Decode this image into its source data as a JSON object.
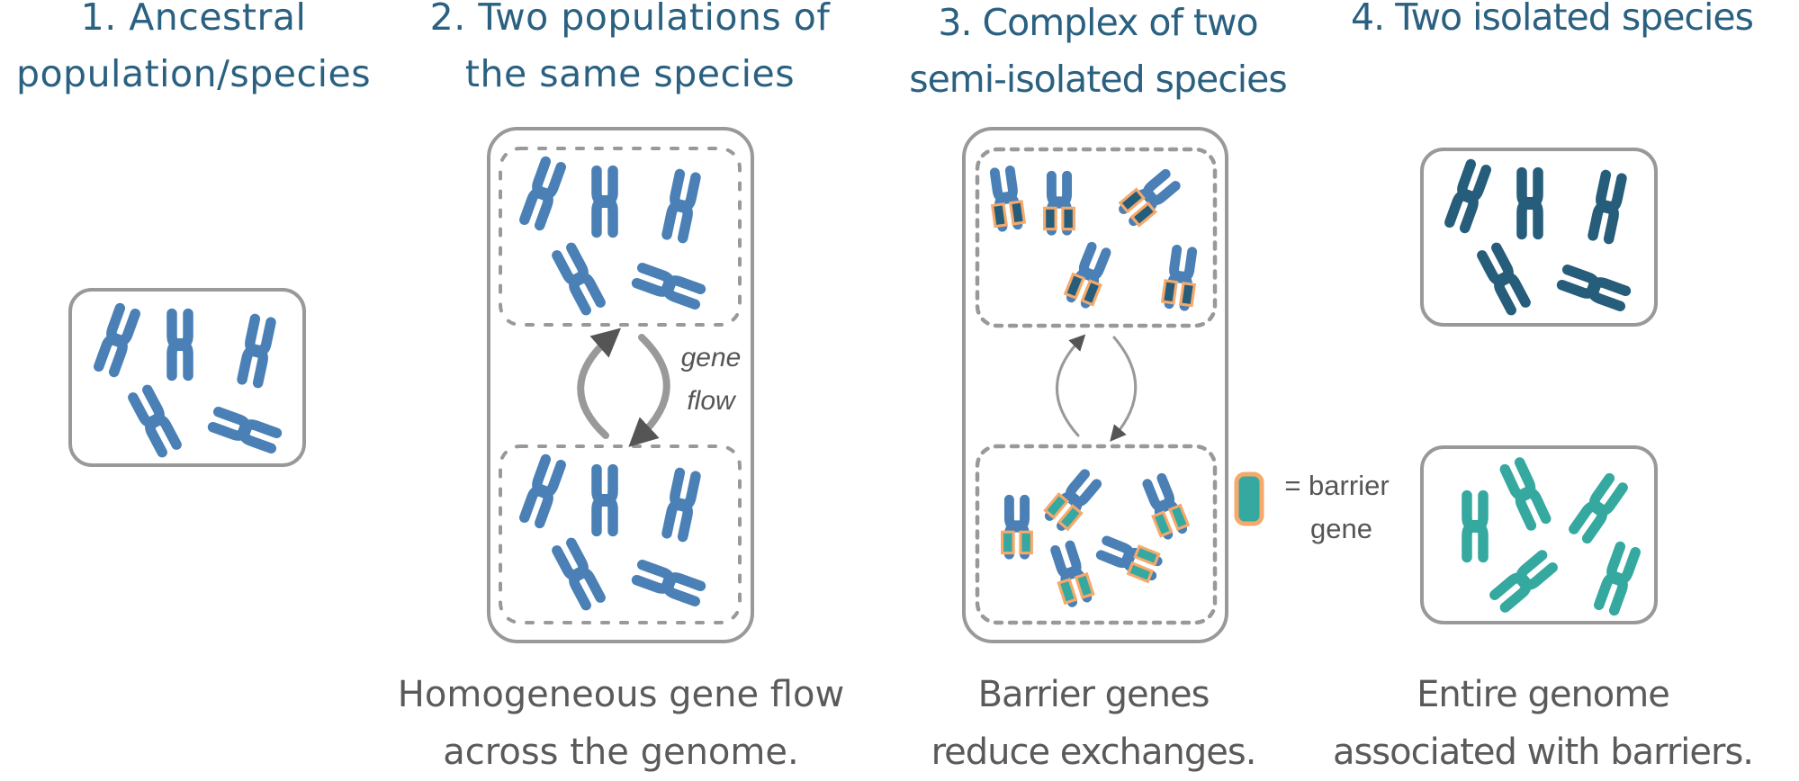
{
  "titles": {
    "panel1": [
      "1. Ancestral",
      "population/species"
    ],
    "panel2": [
      "2. Two populations of",
      "the same species"
    ],
    "panel3": [
      "3. Complex of two",
      "semi-isolated species"
    ],
    "panel4": [
      "4. Two isolated species"
    ]
  },
  "captions": {
    "panel2": [
      "Homogeneous gene flow",
      "across the genome."
    ],
    "panel3": [
      "Barrier genes",
      "reduce exchanges."
    ],
    "panel4": [
      "Entire genome",
      "associated with barriers."
    ]
  },
  "gene_flow_label": [
    "gene",
    "flow"
  ],
  "legend": {
    "symbol": "barrier-gene-icon",
    "text": [
      "= barrier",
      "gene"
    ]
  },
  "colors": {
    "title": "#2a6080",
    "caption": "#5a5a5a",
    "box_stroke": "#999999",
    "chromosome_blue": "#4a80b5",
    "chromosome_dark": "#265d7a",
    "chromosome_teal": "#35a8a0",
    "barrier_outline": "#f5a96b",
    "barrier_fill_dark": "#265d7a",
    "barrier_fill_teal": "#35a8a0",
    "arrow_line": "#999999",
    "arrow_head": "#555555"
  }
}
